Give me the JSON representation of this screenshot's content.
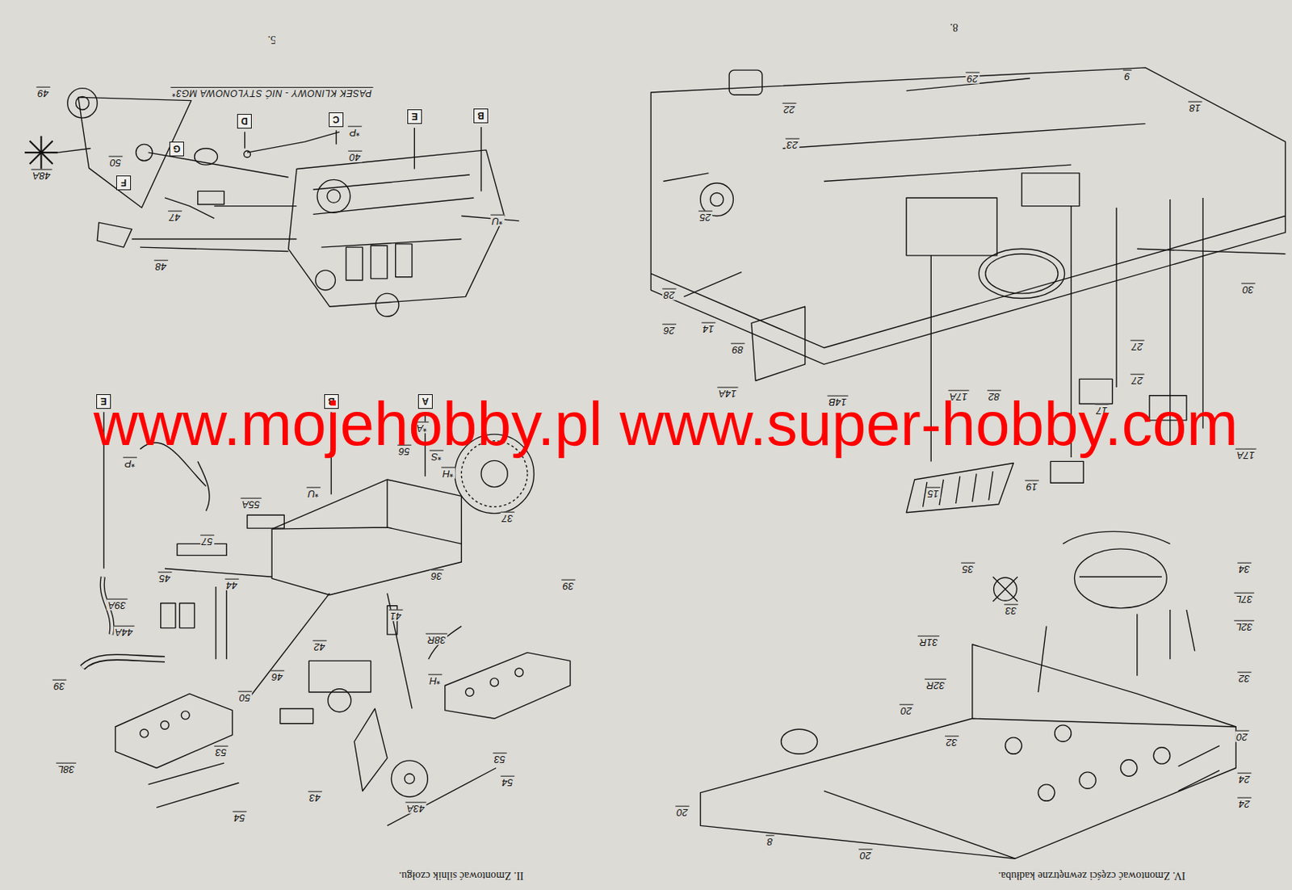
{
  "diagram": {
    "nodes": [
      {
        "text": [
          "D"
        ]
      },
      {
        "text": [
          "C"
        ]
      },
      {
        "text": [
          "E"
        ]
      },
      {
        "text": [
          "B"
        ]
      },
      {
        "text": [
          "G"
        ]
      },
      {
        "text": [
          "F"
        ]
      },
      {
        "text": [
          "E"
        ]
      },
      {
        "text": [
          "B"
        ]
      },
      {
        "text": [
          "A"
        ]
      }
    ],
    "labels": [
      "5.",
      "8.",
      "49",
      "PASEK KLINOWY - NIĆ STYLONOWA MG3*",
      "48A",
      "50",
      "47",
      "48",
      "40",
      "*P",
      "*U",
      "56",
      "*A",
      "*S",
      "*H",
      "37",
      "*U",
      "*P",
      "55A",
      "57",
      "45",
      "44",
      "36",
      "39A",
      "44A",
      "41",
      "38R",
      "39",
      "42",
      "*H",
      "46",
      "50",
      "39",
      "53",
      "53",
      "38L",
      "54",
      "43",
      "43A",
      "54",
      "II. Zmontować silnik czołgu.",
      "29",
      "9",
      "18",
      "22",
      "23",
      "25",
      "30",
      "28",
      "14",
      "26",
      "89",
      "27",
      "27",
      "14A",
      "17A",
      "82",
      "14B",
      "17",
      "17A",
      "19",
      "15",
      "35",
      "34",
      "37L",
      "33",
      "32L",
      "31R",
      "32",
      "32R",
      "20",
      "20",
      "32",
      "24",
      "24",
      "20",
      "8",
      "20",
      "IV. Zmontować części zewnętrzne kadłuba.",
      "www.mojehobby.pl www.super-hobby.com"
    ]
  }
}
